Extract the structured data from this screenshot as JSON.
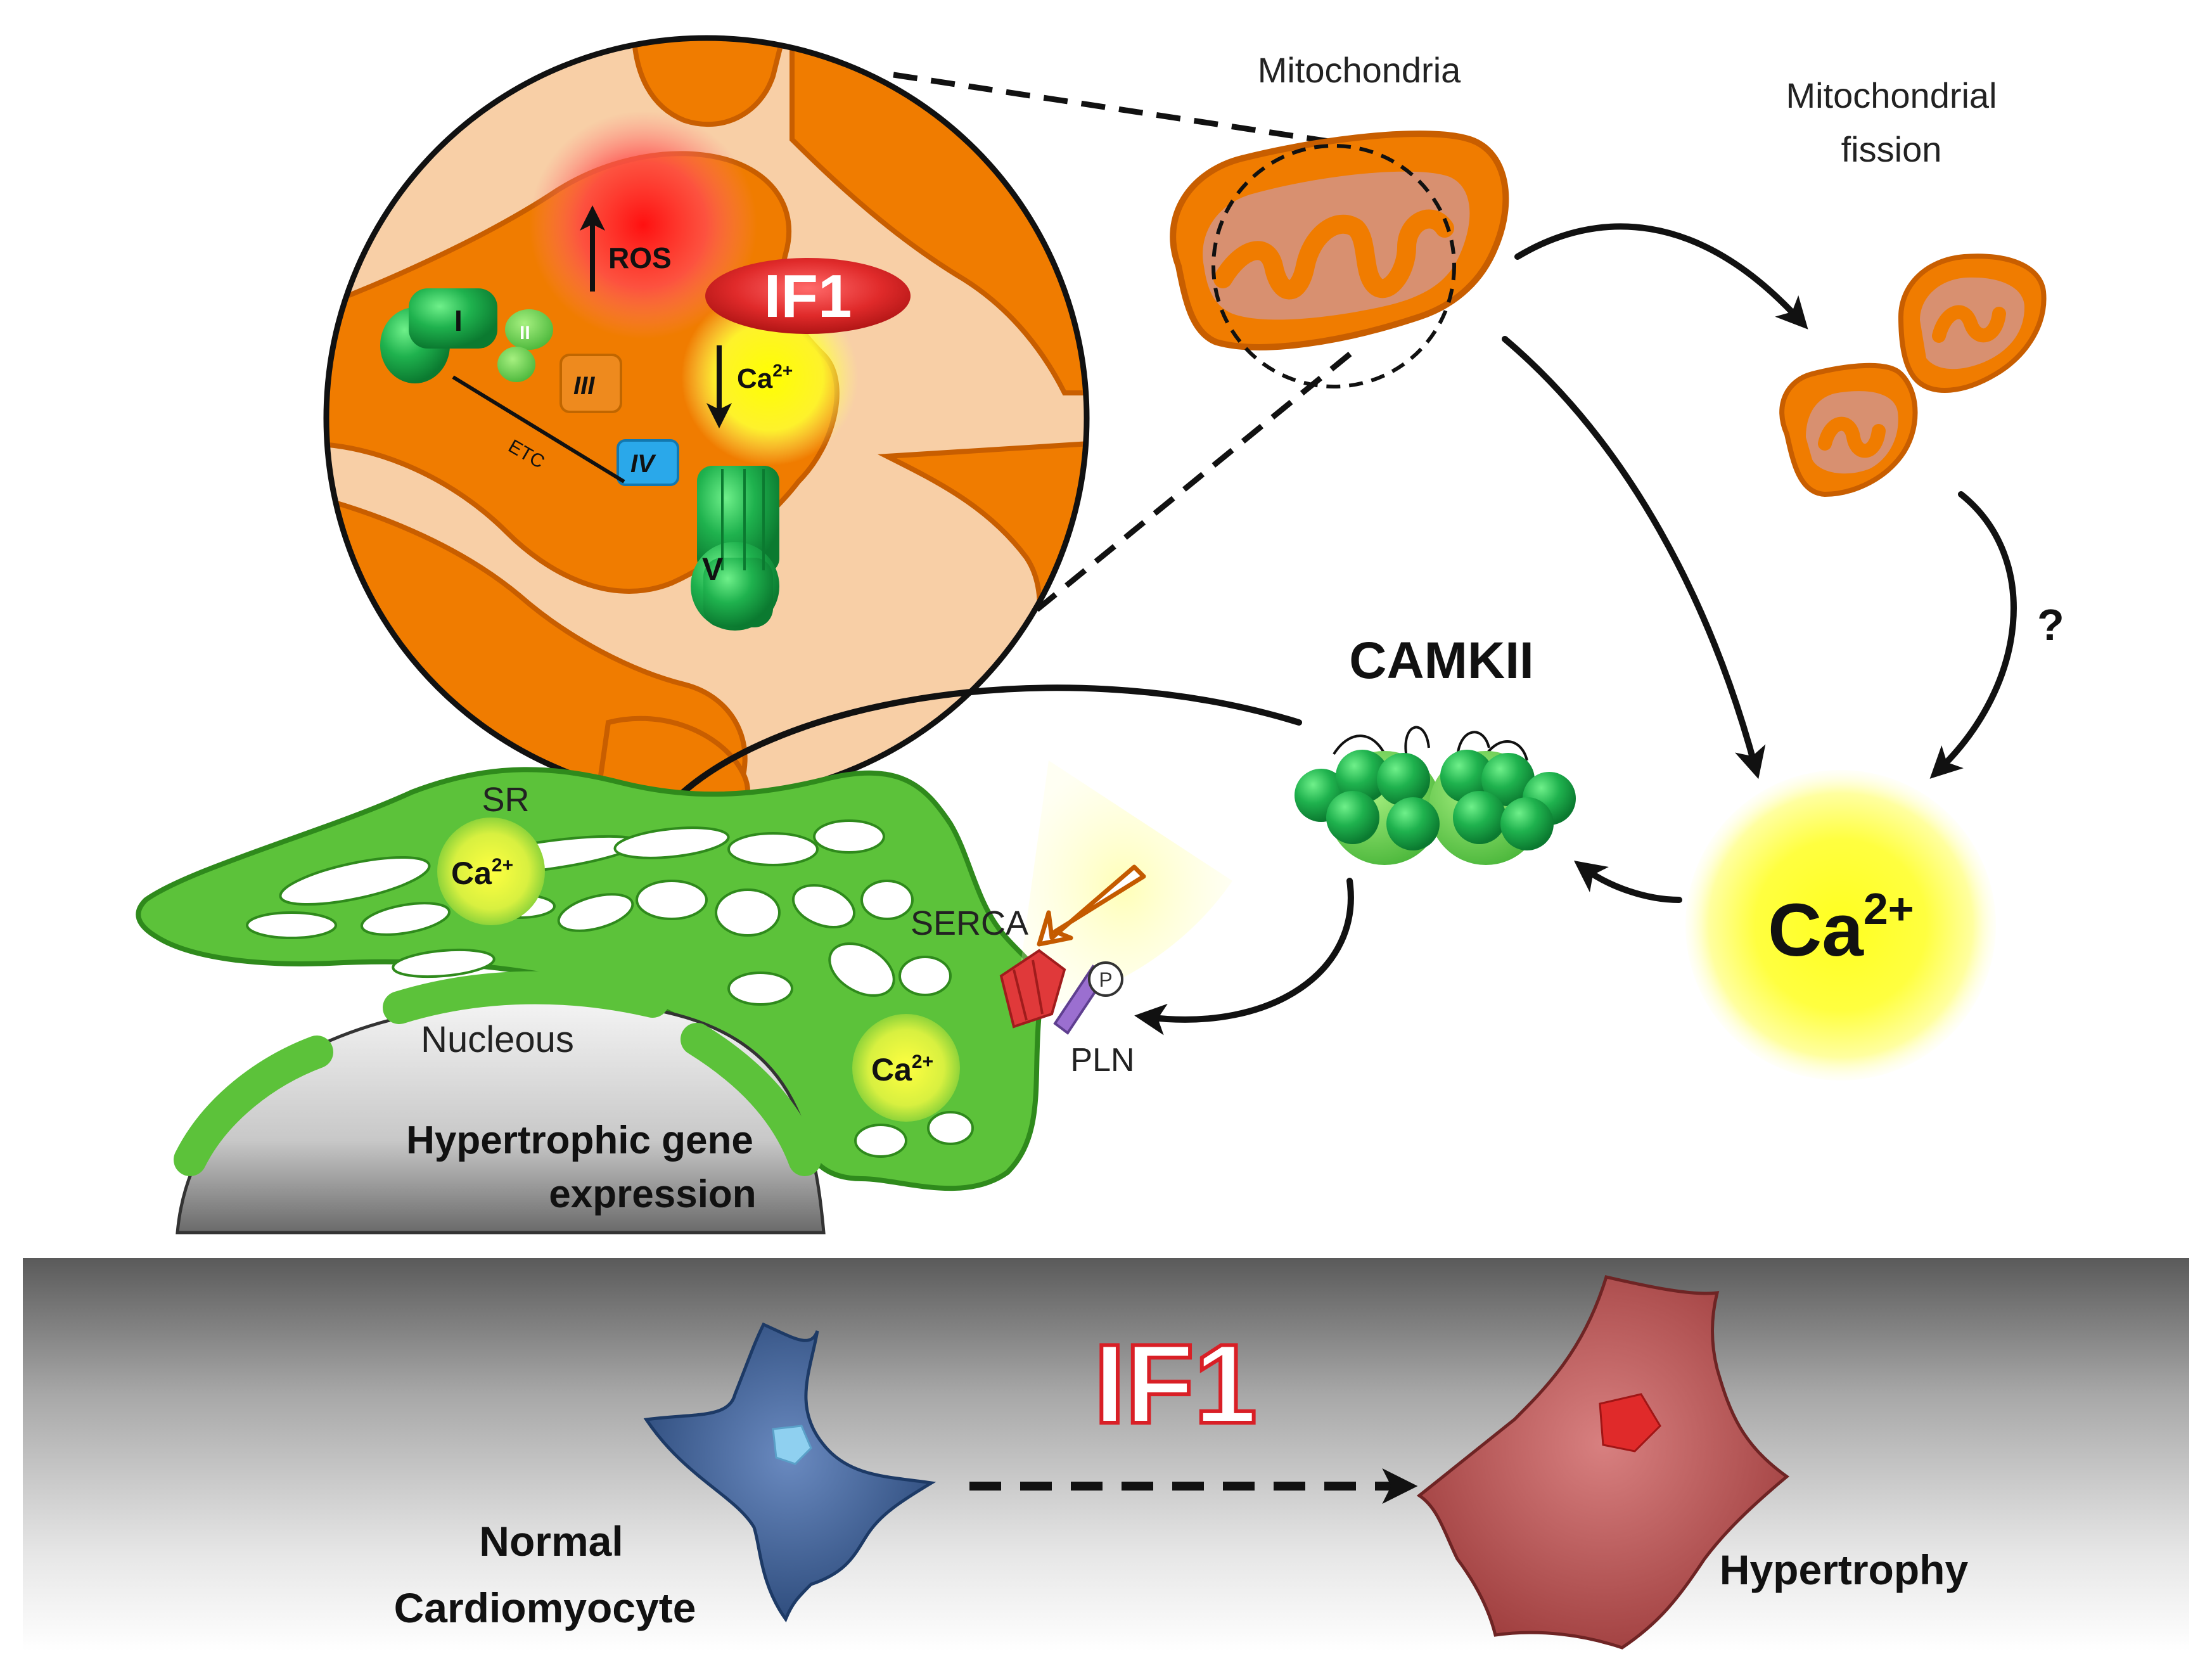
{
  "labels": {
    "mitochondria": "Mitochondria",
    "fission_line1": "Mitochondrial",
    "fission_line2": "fission",
    "question": "?",
    "camkii": "CAMKII",
    "ca_big": "Ca",
    "ca_big_sup": "2+",
    "ros": "ROS",
    "if1_inset": "IF1",
    "ca_inset": "Ca",
    "ca_inset_sup": "2+",
    "complex_I": "I",
    "complex_II": "II",
    "complex_III": "III",
    "complex_IV": "IV",
    "complex_V": "V",
    "etc": "ETC",
    "sr": "SR",
    "ca_sr1": "Ca",
    "ca_sr1_sup": "2+",
    "ca_sr2": "Ca",
    "ca_sr2_sup": "2+",
    "serca": "SERCA",
    "pln": "PLN",
    "phospho": "P",
    "nucleous": "Nucleous",
    "gene_line1": "Hypertrophic gene",
    "gene_line2": "expression",
    "if1_bottom": "IF1",
    "normal_line1": "Normal",
    "normal_line2": "Cardiomyocyte",
    "hypertrophy": "Hypertrophy"
  },
  "colors": {
    "mito_orange": "#f07c00",
    "mito_inner": "#f8cfa6",
    "ros_red": "#ff2020",
    "calcium_yellow": "#ffff20",
    "if1_red": "#d91f26",
    "sr_green": "#5cc23a",
    "camkii_green": "#1aa64a",
    "serca_red": "#e0393a",
    "pln_purple": "#9b6fd0",
    "normal_cell_blue": "#3a5f96",
    "hypertrophy_cell_red": "#b84c4c"
  }
}
